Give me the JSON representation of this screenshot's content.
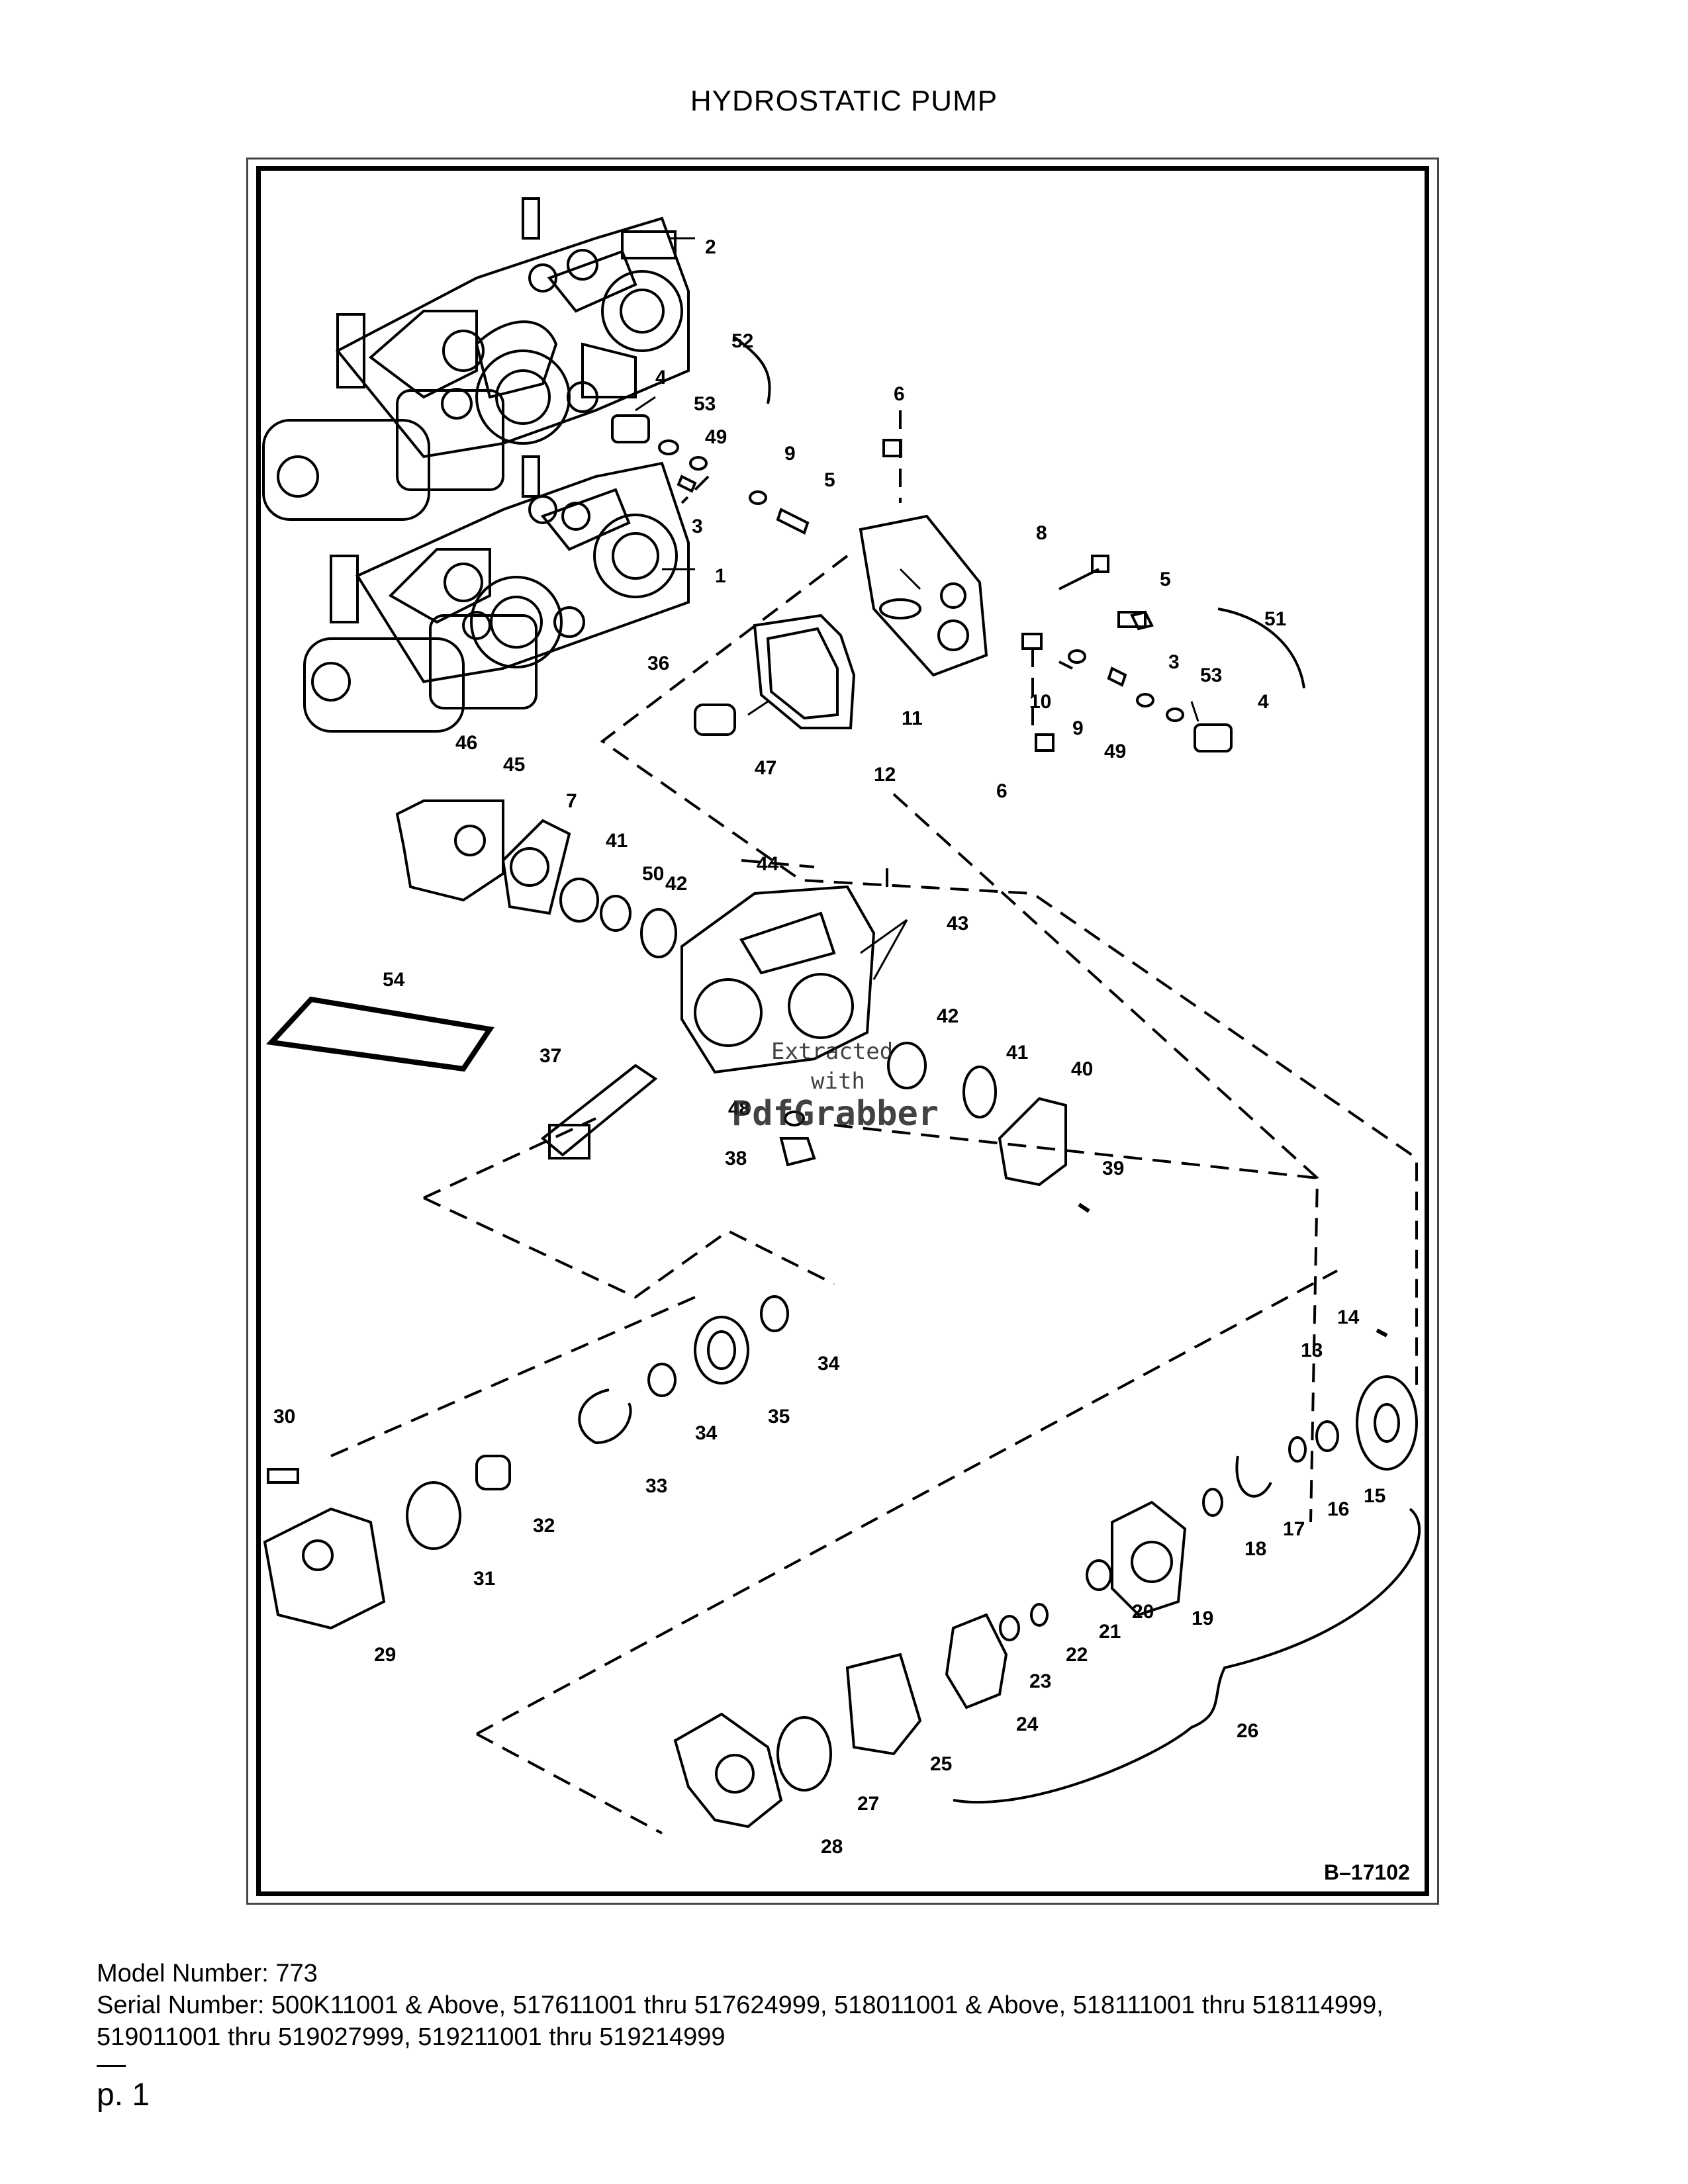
{
  "document": {
    "title": "HYDROSTATIC PUMP",
    "figure_ref": "B–17102",
    "watermark": {
      "line1": "Extracted",
      "line2": "with",
      "line3": "PdfGrabber"
    },
    "part_labels": [
      "1",
      "2",
      "3",
      "3",
      "4",
      "4",
      "5",
      "5",
      "6",
      "6",
      "7",
      "8",
      "9",
      "9",
      "10",
      "11",
      "12",
      "13",
      "14",
      "15",
      "16",
      "17",
      "18",
      "19",
      "20",
      "21",
      "22",
      "23",
      "24",
      "25",
      "26",
      "27",
      "28",
      "29",
      "30",
      "31",
      "32",
      "33",
      "34",
      "34",
      "35",
      "36",
      "37",
      "38",
      "39",
      "40",
      "41",
      "41",
      "42",
      "42",
      "43",
      "44",
      "45",
      "46",
      "47",
      "48",
      "49",
      "49",
      "50",
      "51",
      "52",
      "53",
      "53",
      "54"
    ],
    "model_line": "Model Number: 773",
    "serial_line1": "Serial Number: 500K11001 & Above, 517611001 thru 517624999, 518011001 & Above, 518111001 thru 518114999,",
    "serial_line2": "519011001 thru 519027999, 519211001 thru 519214999",
    "page_number": "p. 1"
  }
}
